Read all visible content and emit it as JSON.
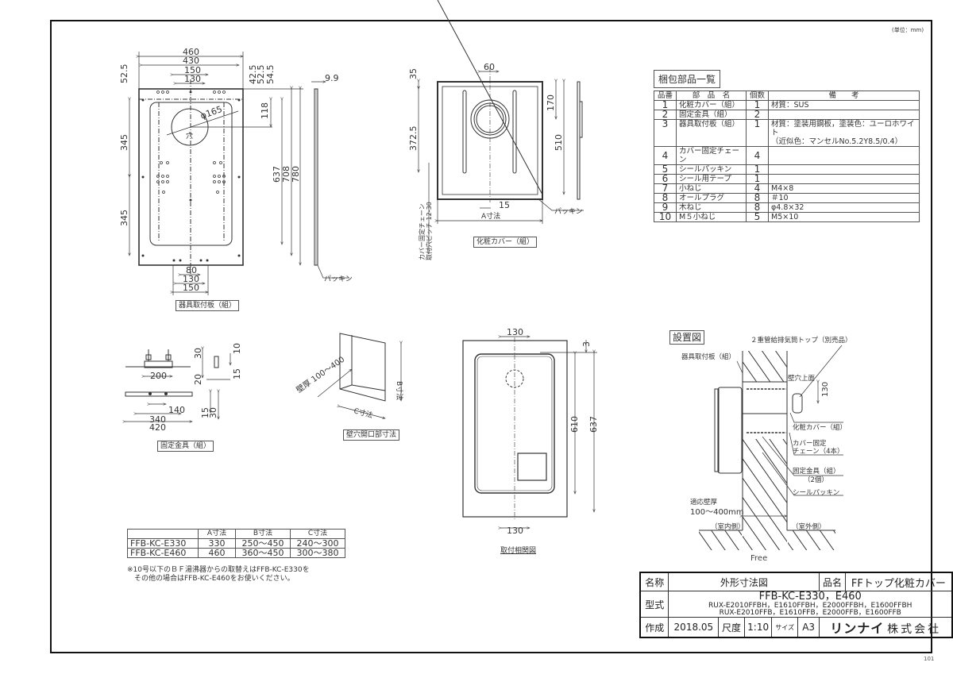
{
  "sheet": {
    "unit_note": "(単位：mm)",
    "sheet_number": "101",
    "footer_label": "Free"
  },
  "views": {
    "mounting_plate": {
      "caption": "器具取付板（組）",
      "dims": {
        "width_outer": "460",
        "width_inner": "430",
        "w150_top": "150",
        "w130_top": "130",
        "top_offset": "52.5",
        "d42_5": "42.5",
        "d52_5": "52.5",
        "d54_5": "54.5",
        "hole_dia": "φ165",
        "hole_label": "穴",
        "d118": "118",
        "h345_upper": "345",
        "h345_lower": "345",
        "h637": "637",
        "h708": "708",
        "h780": "780",
        "w80_bottom": "80",
        "w130_bottom": "130",
        "w150_bottom": "150"
      }
    },
    "side_plate": {
      "thickness": "9.9",
      "label": "パッキン"
    },
    "cover": {
      "caption": "化粧カバー（組）",
      "dims": {
        "d35": "35",
        "d60": "60",
        "d170": "170",
        "d372_5": "372.5",
        "d510": "510",
        "d15": "15",
        "a_dim": "A寸法"
      },
      "chain_label_1": "カバー固定チェーン",
      "chain_label_2": "取付穴ピッチ 12-30",
      "packing_label": "パッキン"
    },
    "bracket": {
      "caption": "固定金具（組）",
      "dims": {
        "d30_top": "30",
        "d20": "20",
        "d200": "200",
        "d10": "10",
        "d15_side": "15",
        "d140": "140",
        "d340": "340",
        "d420": "420",
        "d15_b": "15",
        "d30_b": "30"
      }
    },
    "wall_opening": {
      "caption": "壁穴開口部寸法",
      "wall_thickness": "壁厚 100～400",
      "b_dim": "B寸法",
      "c_dim": "C寸法"
    },
    "assembly": {
      "caption": "取付相関図",
      "dims": {
        "d130_top": "130",
        "d130_bottom": "130",
        "d3": "3",
        "d610": "610",
        "d637": "637"
      }
    },
    "installation": {
      "title": "設置図",
      "labels": {
        "top": "２重管給排気筒トップ（別売品）",
        "plate": "器具取付板（組）",
        "hole_top": "壁穴上面",
        "d130": "130",
        "cover": "化粧カバー（組）",
        "chain_1": "カバー固定",
        "chain_2": "チェーン（4本）",
        "bracket_1": "固定金具（組）",
        "bracket_2": "（2個）",
        "seal": "シールパッキン",
        "wall_range_1": "適応壁厚",
        "wall_range_2": "100～400mm",
        "indoor": "（室内側）",
        "outdoor": "（室外側）"
      }
    }
  },
  "parts_list": {
    "title": "梱包部品一覧",
    "headers": [
      "品番",
      "部　品　名",
      "個数",
      "備　　考"
    ],
    "rows": [
      {
        "no": "1",
        "name": "化粧カバー（組）",
        "qty": "1",
        "note": "材質：SUS"
      },
      {
        "no": "2",
        "name": "固定金具（組）",
        "qty": "2",
        "note": ""
      },
      {
        "no": "3",
        "name": "器具取付板（組）",
        "qty": "1",
        "note": "材質：塗装用鋼板，塗装色：ユーロホワイト",
        "note2": "（近似色：マンセルNo.5.2Y8.5/0.4）"
      },
      {
        "no": "4",
        "name": "カバー固定チェーン",
        "qty": "4",
        "note": ""
      },
      {
        "no": "5",
        "name": "シールパッキン",
        "qty": "1",
        "note": ""
      },
      {
        "no": "6",
        "name": "シール用テープ",
        "qty": "1",
        "note": ""
      },
      {
        "no": "7",
        "name": "小ねじ",
        "qty": "4",
        "note": "M4×8"
      },
      {
        "no": "8",
        "name": "オールプラグ",
        "qty": "8",
        "note": "＃10"
      },
      {
        "no": "9",
        "name": "木ねじ",
        "qty": "8",
        "note": "φ4.8×32"
      },
      {
        "no": "10",
        "name": "M５小ねじ",
        "qty": "5",
        "note": "M5×10"
      }
    ]
  },
  "dimension_table": {
    "headers": [
      "",
      "A寸法",
      "B寸法",
      "C寸法"
    ],
    "rows": [
      {
        "model": "FFB-KC-E330",
        "a": "330",
        "b": "250～450",
        "c": "240～300"
      },
      {
        "model": "FFB-KC-E460",
        "a": "460",
        "b": "360～450",
        "c": "300～380"
      }
    ],
    "note_1": "※10号以下のＢＦ湯沸器からの取替えはFFB-KC-E330を",
    "note_2": "　その他の場合はFFB-KC-E460をお使いください。"
  },
  "title_block": {
    "name_label": "名称",
    "name_value": "外形寸法図",
    "product_label": "品名",
    "product_value": "FFトップ化粧カバー",
    "model_label": "型式",
    "model_main": "FFB-KC-E330，E460",
    "model_sub_1": "RUX-E2010FFBH，E1610FFBH，E2000FFBH，E1600FFBH",
    "model_sub_2": "RUX-E2010FFB，E1610FFB，E2000FFB，E1600FFB",
    "created_label": "作成",
    "created_value": "2018.05",
    "scale_label": "尺度",
    "scale_value": "1:10",
    "size_label": "サイズ",
    "size_value": "A3",
    "brand": "リンナイ",
    "company": "株式会社"
  }
}
